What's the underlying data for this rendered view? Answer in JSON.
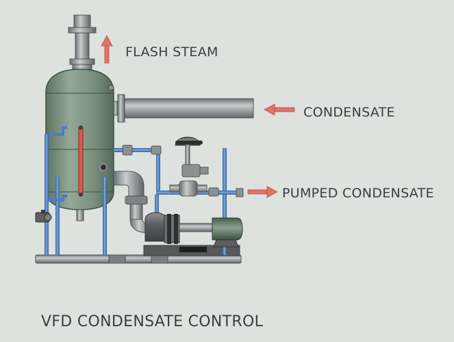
{
  "labels": {
    "flash_steam": "FLASH STEAM",
    "condensate": "CONDENSATE",
    "pumped_condensate": "PUMPED CONDENSATE"
  },
  "caption": "VFD CONDENSATE CONTROL",
  "colors": {
    "background": "#dde2df",
    "vessel": "#7d9280",
    "pipe_steel": "#9a9e9f",
    "pipe_blue": "#4a7fc1",
    "arrow": "#e07467",
    "sight_glass": "#d9584c",
    "text": "#3a3e3f"
  },
  "icons": [
    "up-arrow-icon",
    "left-arrow-icon",
    "right-arrow-icon"
  ]
}
